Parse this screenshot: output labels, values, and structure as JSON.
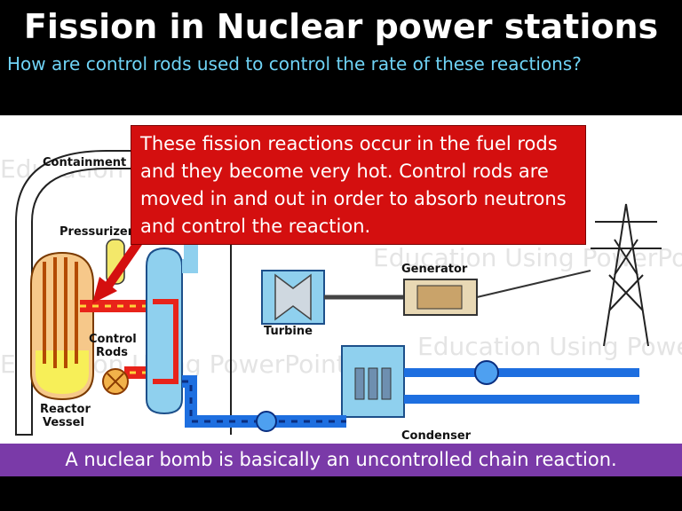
{
  "slide": {
    "title": "Fission in Nuclear power stations",
    "question": "How are control rods used to control the rate of these reactions?",
    "callout_text": "These fission reactions occur in the fuel rods and they become very hot.  Control rods are moved in and out in order to absorb neutrons and control the reaction.",
    "bottom_text": "A nuclear bomb is basically an uncontrolled chain reaction."
  },
  "diagram": {
    "labels": {
      "containment": "Containment",
      "pressurizer": "Pressurizer",
      "steam_generator": "Generator",
      "generator": "Generator",
      "turbine": "Turbine",
      "control_rods_1": "Control",
      "control_rods_2": "Rods",
      "reactor_vessel_1": "Reactor",
      "reactor_vessel_2": "Vessel",
      "condenser": "Condenser"
    },
    "watermark": "Education Using PowerPoint"
  },
  "colors": {
    "title": "#ffffff",
    "question": "#6fd3f5",
    "callout_bg": "#d40f0f",
    "bottom_bar": "#7a3aa8",
    "hot_loop": "#e8231a",
    "cool_loop": "#1e6fe0",
    "steam": "#8fd0ee"
  }
}
